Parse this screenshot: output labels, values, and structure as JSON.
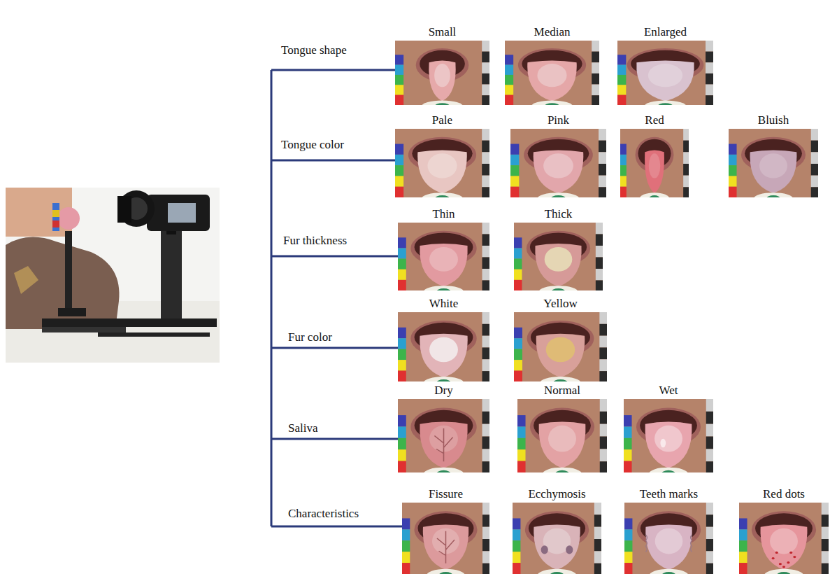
{
  "diagram": {
    "nodes": [
      {
        "text": [
          "Small"
        ]
      },
      {
        "text": [
          "Median"
        ]
      },
      {
        "text": [
          "Enlarged"
        ]
      },
      {
        "text": [
          "Pale"
        ]
      },
      {
        "text": [
          "Pink"
        ]
      },
      {
        "text": [
          "Red"
        ]
      },
      {
        "text": [
          "Bluish"
        ]
      },
      {
        "text": [
          "Thin"
        ]
      },
      {
        "text": [
          "Thick"
        ]
      },
      {
        "text": [
          "White"
        ]
      },
      {
        "text": [
          "Yellow"
        ]
      },
      {
        "text": [
          "Dry"
        ]
      },
      {
        "text": [
          "Normal"
        ]
      },
      {
        "text": [
          "Wet"
        ]
      },
      {
        "text": [
          "Fissure"
        ]
      },
      {
        "text": [
          "Ecchymosis"
        ]
      },
      {
        "text": [
          "Teeth marks"
        ]
      },
      {
        "text": [
          "Red dots"
        ]
      }
    ],
    "labels": [
      "Tongue shape",
      "Tongue color",
      "Fur thickness",
      "Fur color",
      "Saliva",
      "Characteristics"
    ]
  }
}
